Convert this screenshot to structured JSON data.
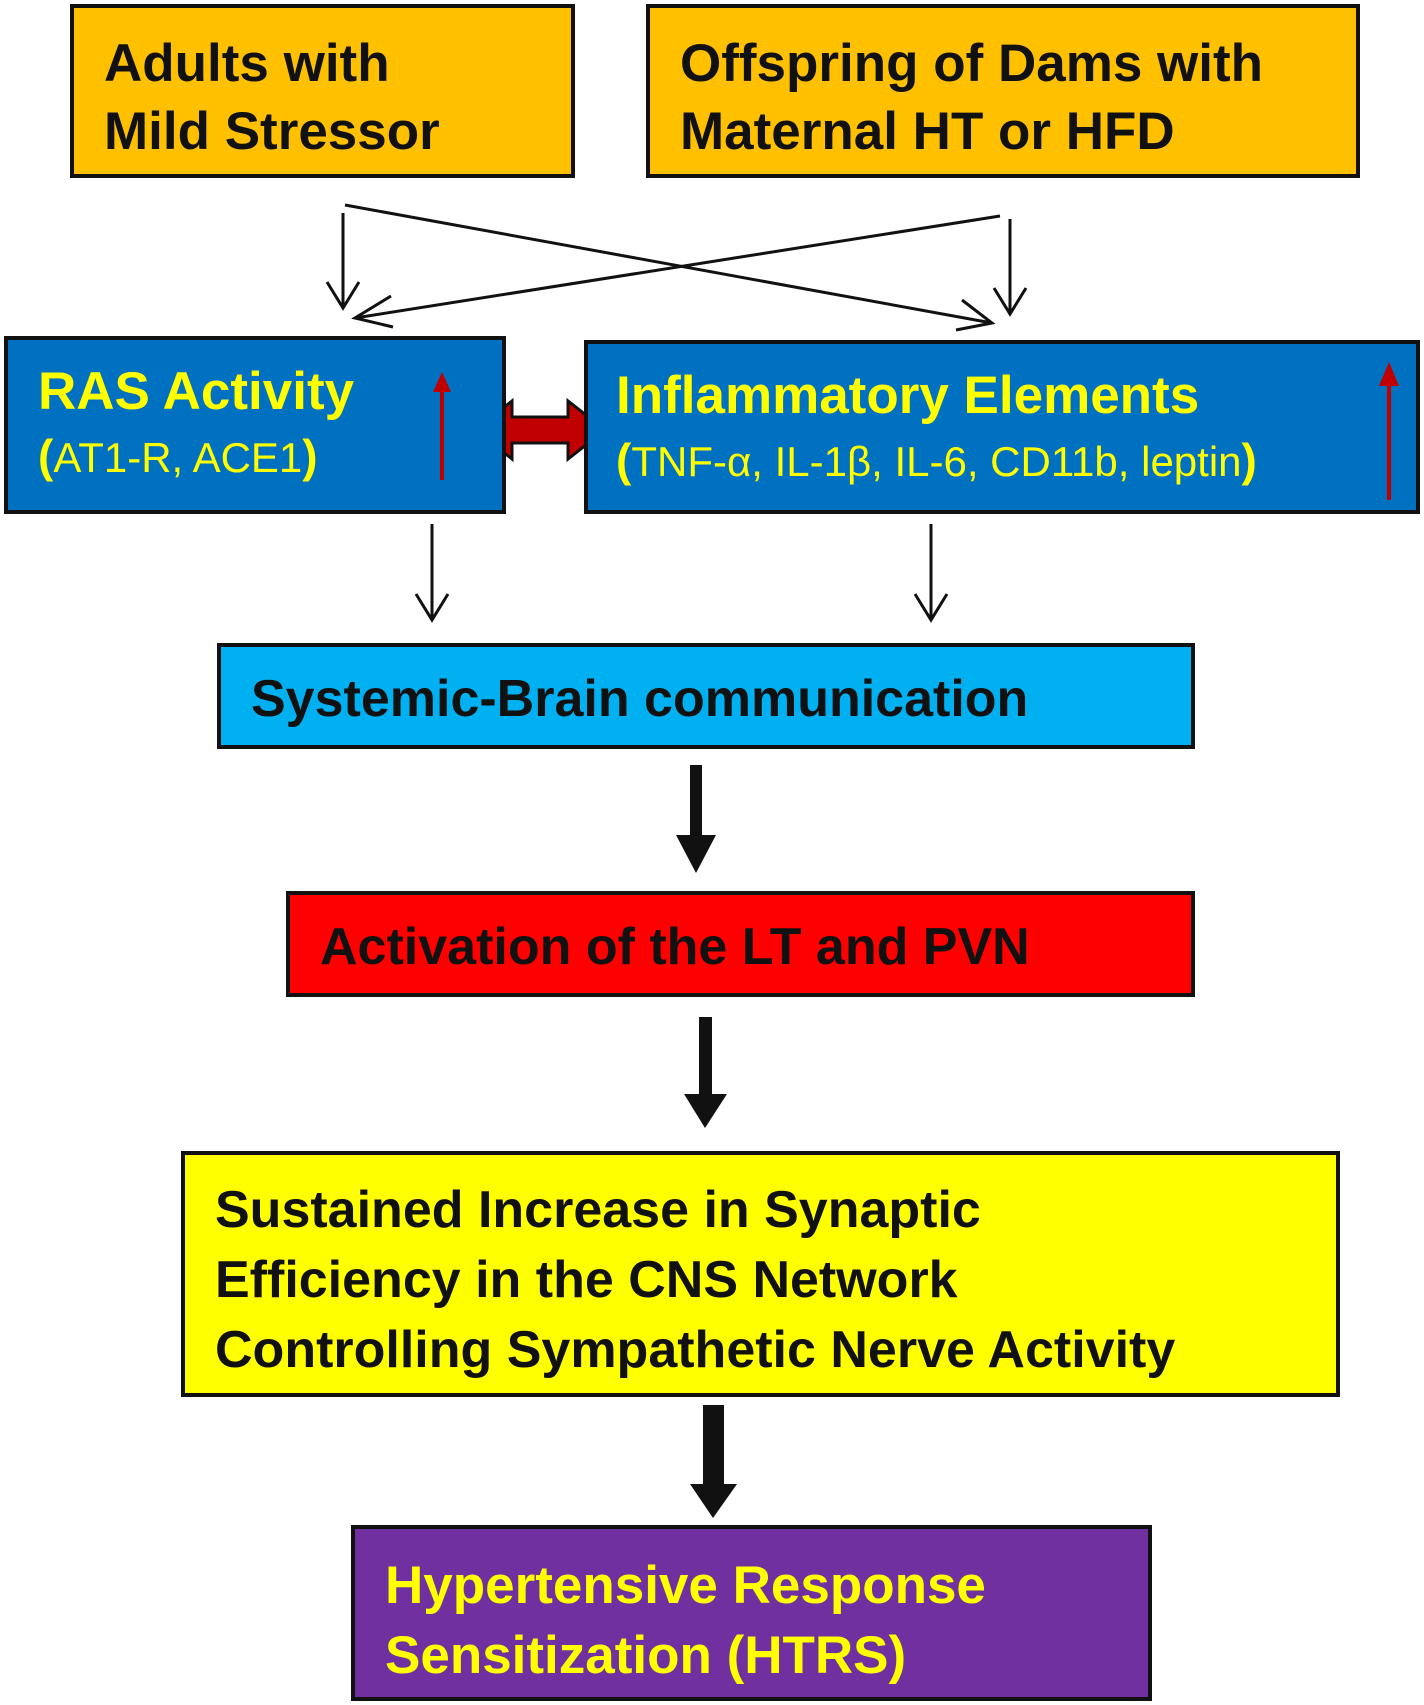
{
  "boxes": {
    "adults": {
      "line1": "Adults with",
      "line2": "Mild Stressor"
    },
    "offspring": {
      "line1": "Offspring of Dams with",
      "line2": "Maternal HT or HFD"
    },
    "ras": {
      "title": "RAS Activity",
      "open": "(",
      "sub": "AT1-R, ACE1",
      "close": ")"
    },
    "inflammatory": {
      "title": "Inflammatory Elements",
      "open": "(",
      "sub": "TNF-α, IL-1β, IL-6, CD11b, leptin",
      "close": ")"
    },
    "systemic": {
      "label": "Systemic-Brain communication"
    },
    "activation": {
      "label": "Activation of the LT and PVN"
    },
    "sustained": {
      "line1": "Sustained Increase in Synaptic",
      "line2": "Efficiency in the CNS Network",
      "line3": "Controlling Sympathetic Nerve Activity"
    },
    "htrs": {
      "line1": "Hypertensive Response",
      "line2": "Sensitization (HTRS)"
    }
  },
  "colors": {
    "orange": "#ffc000",
    "blue": "#0070c0",
    "light_blue": "#00b0f0",
    "red": "#ff0000",
    "yellow": "#ffff00",
    "purple": "#7030a0",
    "dark_red": "#c00000"
  },
  "icons": {
    "increase_arrow": "up-arrow-icon",
    "bidirectional_arrow": "double-headed-arrow-icon"
  }
}
